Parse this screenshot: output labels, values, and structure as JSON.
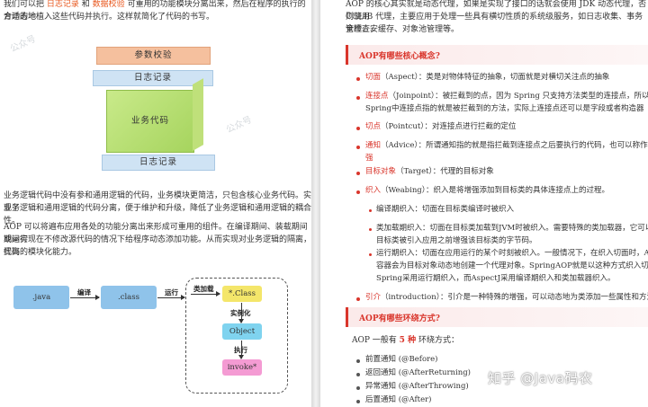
{
  "left": {
    "intro_a": "我们可以把",
    "intro_b": "日志记录",
    "intro_c": "和",
    "intro_d": "数据校验",
    "intro_e": "可重用的功能模块分离出来，然后在程序的执行的合适的地",
    "intro_line2": "方动态地植入这些代码并执行。这样就简化了代码的书写。",
    "stack": {
      "top": "参数校验",
      "log_top": "日志记录",
      "business": "业务代码",
      "log_bottom": "日志记录"
    },
    "para2_line1": "业务逻辑代码中没有参和通用逻辑的代码，业务模块更简洁，只包含核心业务代码。实现了",
    "para2_line2": "业务逻辑和通用逻辑的代码分离，便于维护和升级，降低了业务逻辑和通用逻辑的耦合性。",
    "para3_line1": "AOP 可以将遍布应用各处的功能分离出来形成可重用的组件。在编译期间、装载期间或运行",
    "para3_line2": "期间实现在不修改源代码的情况下给程序动态添加功能。从而实现对业务逻辑的隔离，提高",
    "para3_line3": "代码的模块化能力。",
    "flow": {
      "java": ".java",
      "compile": "编译",
      "class": ".class",
      "run": "运行",
      "load": "类加载",
      "class_star": "*.Class",
      "instantiate": "实例化",
      "object": "Object",
      "execute": "执行",
      "invoke": "invoke*"
    },
    "watermark": "公众号"
  },
  "right": {
    "top_line1": "AOP 的核心其实就是动态代理，如果是实现了接口的话就会使用 JDK 动态代理，否则使用",
    "top_line2": "CGLIB 代理，主要应用于处理一些具有横切性质的系统级服务，如日志收集、事务管理、安",
    "top_line3": "全检查、缓存、对象池管理等。",
    "section1": "AOP有哪些核心概念?",
    "concepts": [
      {
        "term": "切面",
        "rest": "（Aspect）：类是对物体特征的抽象，切面就是对横切关注点的抽象"
      },
      {
        "term": "连接点",
        "rest": "（Joinpoint）：被拦截到的点，因为 Spring 只支持方法类型的连接点，所以在"
      },
      {
        "term": "",
        "rest": "Spring中连接点指的就是被拦截到的方法，实际上连接点还可以是字段或者构造器"
      },
      {
        "term": "切点",
        "rest": "（Pointcut）：对连接点进行拦截的定位"
      },
      {
        "term": "通知",
        "rest": "（Advice）：所谓通知指的就是指拦截到连接点之后要执行的代码，也可以称作增"
      },
      {
        "term": "",
        "rest": "强"
      },
      {
        "term": "目标对象",
        "rest": "（Target）：代理的目标对象"
      },
      {
        "term": "织入",
        "rest": "（Weabing）：织入是将增强添加到目标类的具体连接点上的过程。"
      }
    ],
    "weaving": [
      "编译期织入：切面在目标类编译时被织入",
      "类加载期织入：切面在目标类加载到JVM时被织入。需要特殊的类加载器，它可以在",
      "目标类被引入应用之前增强该目标类的字节码。",
      "运行期织入：切面在应用运行的某个时刻被织入。一般情况下，在织入切面时，AOP",
      "容器会为目标对象动态地创建一个代理对象。SpringAOP就是以这种方式织入切面。",
      "Spring采用运行期织入，而AspectJ采用编译期织入和类加载器织入。"
    ],
    "intro_term": "引介",
    "intro_rest": "（introduction）：引介是一种特殊的增强，可以动态地为类添加一些属性和方法",
    "section2": "AOP有哪些环绕方式?",
    "advice_a": "AOP 一般有",
    "advice_b": "5 种",
    "advice_c": "环绕方式：",
    "advice_list": [
      "前置通知 (@Before)",
      "返回通知 (@AfterReturning)",
      "异常通知 (@AfterThrowing)",
      "后置通知 (@After)"
    ]
  },
  "credit": "知乎 @Java码农",
  "colors": {
    "accent": "#d9352b",
    "orange": "#e8581f"
  }
}
